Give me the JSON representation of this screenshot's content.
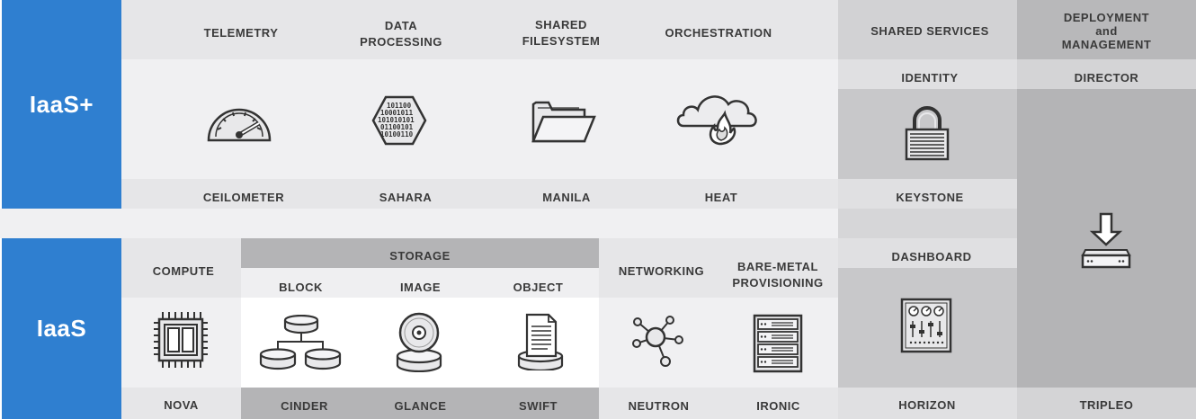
{
  "tiers": {
    "top": "IaaS+",
    "bottom": "IaaS"
  },
  "top": {
    "components": [
      {
        "category": "TELEMETRY",
        "project": "CEILOMETER",
        "icon": "gauge-icon"
      },
      {
        "category": "DATA\nPROCESSING",
        "project": "SAHARA",
        "icon": "binary-hexagon-icon"
      },
      {
        "category": "SHARED\nFILESYSTEM",
        "project": "MANILA",
        "icon": "folder-icon"
      },
      {
        "category": "ORCHESTRATION",
        "project": "HEAT",
        "icon": "cloud-fire-icon"
      }
    ]
  },
  "shared_services": {
    "header": "SHARED SERVICES",
    "identity": {
      "category": "IDENTITY",
      "project": "KEYSTONE",
      "icon": "padlock-icon"
    },
    "dashboard": {
      "category": "DASHBOARD",
      "project": "HORIZON",
      "icon": "control-panel-icon"
    }
  },
  "deployment": {
    "header_line1": "DEPLOYMENT",
    "header_line2": "and",
    "header_line3": "MANAGEMENT",
    "category": "DIRECTOR",
    "project": "TRIPLEO",
    "icon": "server-download-icon"
  },
  "bottom": {
    "compute": {
      "category": "COMPUTE",
      "project": "NOVA",
      "icon": "cpu-chip-icon"
    },
    "storage": {
      "header": "STORAGE",
      "items": [
        {
          "category": "BLOCK",
          "project": "CINDER",
          "icon": "block-storage-icon"
        },
        {
          "category": "IMAGE",
          "project": "GLANCE",
          "icon": "disc-image-icon"
        },
        {
          "category": "OBJECT",
          "project": "SWIFT",
          "icon": "object-storage-icon"
        }
      ]
    },
    "networking": {
      "category": "NETWORKING",
      "project": "NEUTRON",
      "icon": "network-nodes-icon"
    },
    "baremetal": {
      "category": "BARE-METAL\nPROVISIONING",
      "project": "IRONIC",
      "icon": "server-rack-icon"
    }
  },
  "colors": {
    "tier_blue": "#2f7fd0",
    "light_band": "#e6e6e8",
    "lighter_band": "#efeff1",
    "mid_gray": "#cfcfd1",
    "dark_gray": "#b3b3b5",
    "darker_gray": "#a9a9ab",
    "text": "#3a3a3a"
  }
}
